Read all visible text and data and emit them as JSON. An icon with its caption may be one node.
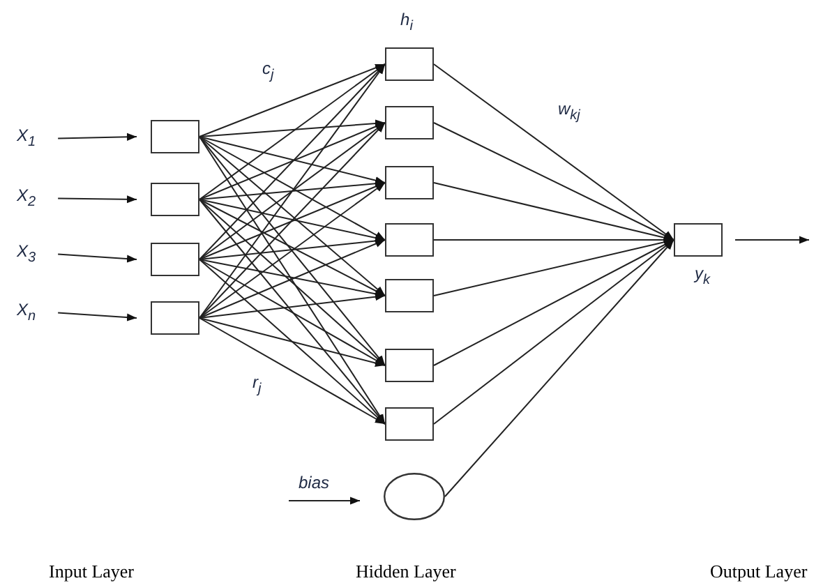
{
  "diagram": {
    "nodes": [
      {
        "text": [
          "X$_{1}$"
        ]
      },
      {
        "text": [
          "X$_{2}$"
        ]
      },
      {
        "text": [
          "X$_{3}$"
        ]
      },
      {
        "text": [
          "X$_{n}$"
        ]
      },
      {
        "text": [],
        "shape": "box"
      },
      {
        "text": [],
        "shape": "box"
      },
      {
        "text": [],
        "shape": "box"
      },
      {
        "text": [],
        "shape": "box"
      },
      {
        "text": [],
        "shape": "box",
        "beside": [
          "h$_{i}$"
        ]
      },
      {
        "text": [],
        "shape": "box"
      },
      {
        "text": [],
        "shape": "box"
      },
      {
        "text": [],
        "shape": "box"
      },
      {
        "text": [],
        "shape": "box"
      },
      {
        "text": [],
        "shape": "box"
      },
      {
        "text": [],
        "shape": "box"
      },
      {
        "text": [],
        "shape": "circle"
      },
      {
        "text": [],
        "shape": "box",
        "beside": [
          "y$_{k}$"
        ]
      }
    ],
    "edges": [
      {
        "from": 0,
        "to": 4,
        "arrow": "to"
      },
      {
        "from": 1,
        "to": 5,
        "arrow": "to"
      },
      {
        "from": 2,
        "to": 6,
        "arrow": "to"
      },
      {
        "from": 3,
        "to": 7,
        "arrow": "to"
      },
      {
        "from": 4,
        "to": 8,
        "arrow": "to"
      },
      {
        "from": 4,
        "to": 9,
        "arrow": "to"
      },
      {
        "from": 4,
        "to": 10,
        "arrow": "to"
      },
      {
        "from": 4,
        "to": 11,
        "arrow": "to"
      },
      {
        "from": 4,
        "to": 12,
        "arrow": "to"
      },
      {
        "from": 4,
        "to": 13,
        "arrow": "to"
      },
      {
        "from": 4,
        "to": 14,
        "arrow": "to"
      },
      {
        "from": 5,
        "to": 8,
        "arrow": "to"
      },
      {
        "from": 5,
        "to": 9,
        "arrow": "to"
      },
      {
        "from": 5,
        "to": 10,
        "arrow": "to"
      },
      {
        "from": 5,
        "to": 11,
        "arrow": "to"
      },
      {
        "from": 5,
        "to": 12,
        "arrow": "to"
      },
      {
        "from": 5,
        "to": 13,
        "arrow": "to"
      },
      {
        "from": 5,
        "to": 14,
        "arrow": "to"
      },
      {
        "from": 6,
        "to": 8,
        "arrow": "to"
      },
      {
        "from": 6,
        "to": 9,
        "arrow": "to"
      },
      {
        "from": 6,
        "to": 10,
        "arrow": "to"
      },
      {
        "from": 6,
        "to": 11,
        "arrow": "to"
      },
      {
        "from": 6,
        "to": 12,
        "arrow": "to"
      },
      {
        "from": 6,
        "to": 13,
        "arrow": "to"
      },
      {
        "from": 6,
        "to": 14,
        "arrow": "to"
      },
      {
        "from": 7,
        "to": 8,
        "arrow": "to"
      },
      {
        "from": 7,
        "to": 9,
        "arrow": "to"
      },
      {
        "from": 7,
        "to": 10,
        "arrow": "to"
      },
      {
        "from": 7,
        "to": 11,
        "arrow": "to"
      },
      {
        "from": 7,
        "to": 12,
        "arrow": "to"
      },
      {
        "from": 7,
        "to": 13,
        "arrow": "to"
      },
      {
        "from": 7,
        "to": 14,
        "arrow": "to"
      },
      {
        "from": null,
        "to": 15,
        "arrow": "to",
        "label": "bias"
      },
      {
        "from": 8,
        "to": 16,
        "arrow": "to"
      },
      {
        "from": 9,
        "to": 16,
        "arrow": "to"
      },
      {
        "from": 10,
        "to": 16,
        "arrow": "to"
      },
      {
        "from": 11,
        "to": 16,
        "arrow": "to"
      },
      {
        "from": 12,
        "to": 16,
        "arrow": "to"
      },
      {
        "from": 13,
        "to": 16,
        "arrow": "to"
      },
      {
        "from": 14,
        "to": 16,
        "arrow": "to"
      },
      {
        "from": 15,
        "to": 16,
        "arrow": "to"
      },
      {
        "from": 16,
        "to": null,
        "arrow": "to"
      }
    ],
    "labels": [
      "c$_{j}$",
      "w$_{kj}$",
      "r$_{j}$",
      "Input Layer",
      "Hidden Layer",
      "Output Layer"
    ]
  }
}
